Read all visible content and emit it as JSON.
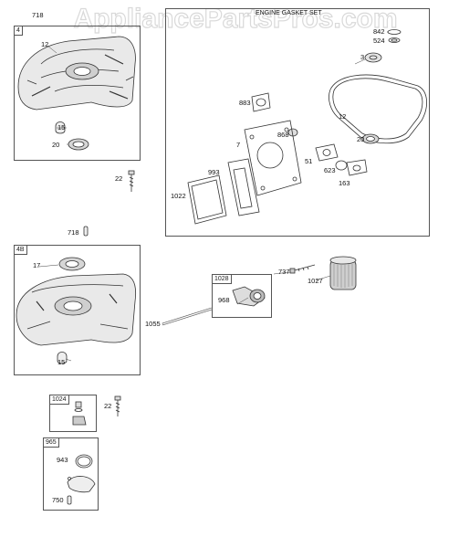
{
  "watermark": "AppliancePartsPros.com",
  "groups": {
    "group_4": "4",
    "group_4b": "4B",
    "group_1024": "1024",
    "group_965": "965",
    "group_1028": "1028",
    "kit_title": "ENGINE GASKET SET"
  },
  "labels": {
    "p718_top": "718",
    "p12_sump": "12",
    "p15_top": "15",
    "p20_top": "20",
    "p22_top": "22",
    "p718_mid": "718",
    "p17": "17",
    "p15_bot": "15",
    "p1055": "1055",
    "p22_bot": "22",
    "p943": "943",
    "p750": "750",
    "p842": "842",
    "p524": "524",
    "p3": "3",
    "p883": "883",
    "p12_gasket": "12",
    "p868": "868",
    "p7": "7",
    "p20_kit": "20",
    "p51": "51",
    "p623": "623",
    "p993": "993",
    "p163": "163",
    "p1022": "1022",
    "p737": "737",
    "p1027": "1027",
    "p968": "968"
  }
}
